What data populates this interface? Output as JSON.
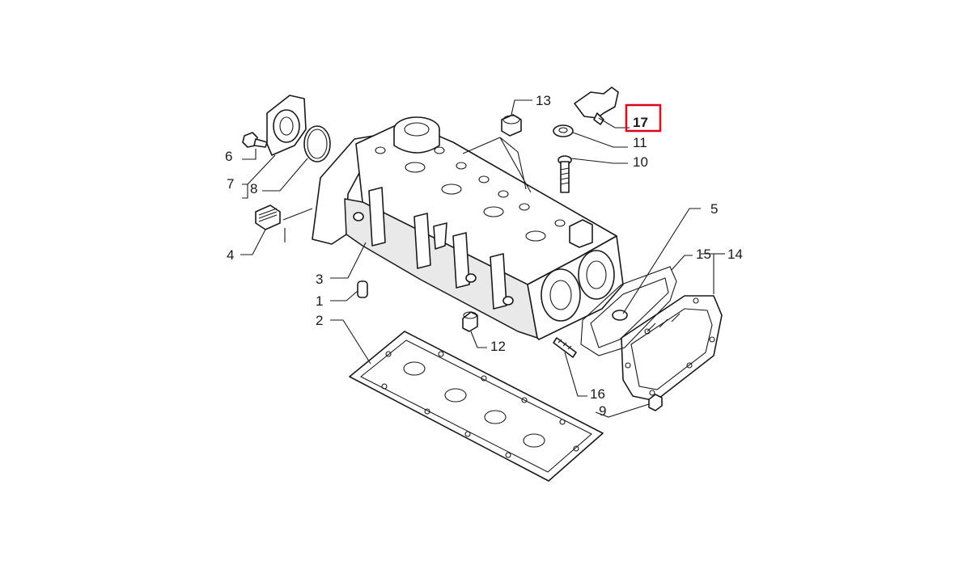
{
  "highlight_color": "#e0001b",
  "line_color": "#1a1a1a",
  "callouts": {
    "c1": "1",
    "c2": "2",
    "c3": "3",
    "c4": "4",
    "c5": "5",
    "c6": "6",
    "c7": "7",
    "c8": "8",
    "c9": "9",
    "c10": "10",
    "c11": "11",
    "c12": "12",
    "c13": "13",
    "c14": "14",
    "c15": "15",
    "c16": "16",
    "c17": "17"
  },
  "highlighted_callout": "17"
}
